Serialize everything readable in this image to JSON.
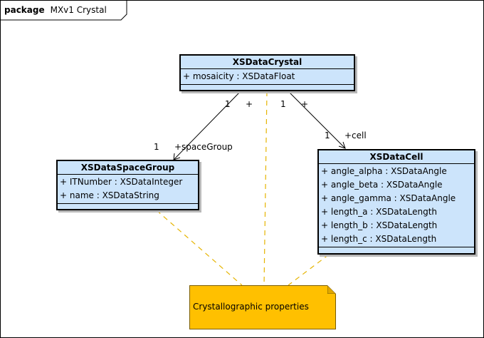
{
  "package": {
    "keyword": "package",
    "name": "MXv1 Crystal"
  },
  "classes": {
    "crystal": {
      "name": "XSDataCrystal",
      "attributes": [
        "+ mosaicity   : XSDataFloat"
      ]
    },
    "space_group": {
      "name": "XSDataSpaceGroup",
      "attributes": [
        "+ ITNumber   : XSDataInteger",
        "+ name  : XSDataString"
      ]
    },
    "cell": {
      "name": "XSDataCell",
      "attributes": [
        "+ angle_alpha   : XSDataAngle",
        "+ angle_beta   : XSDataAngle",
        "+ angle_gamma   : XSDataAngle",
        "+ length_a   : XSDataLength",
        "+ length_b   : XSDataLength",
        "+ length_c   : XSDataLength"
      ]
    }
  },
  "associations": {
    "space_group": {
      "source_multiplicity": "1",
      "source_visibility": "+",
      "target_multiplicity": "1",
      "target_role": "+spaceGroup"
    },
    "cell": {
      "source_multiplicity": "1",
      "source_visibility": "+",
      "target_multiplicity": "1",
      "target_role": "+cell"
    }
  },
  "note": {
    "text": "Crystallographic properties"
  },
  "colors": {
    "class_fill": "#cce4fb",
    "note_fill": "#ffc000",
    "note_link": "#e6b400"
  }
}
